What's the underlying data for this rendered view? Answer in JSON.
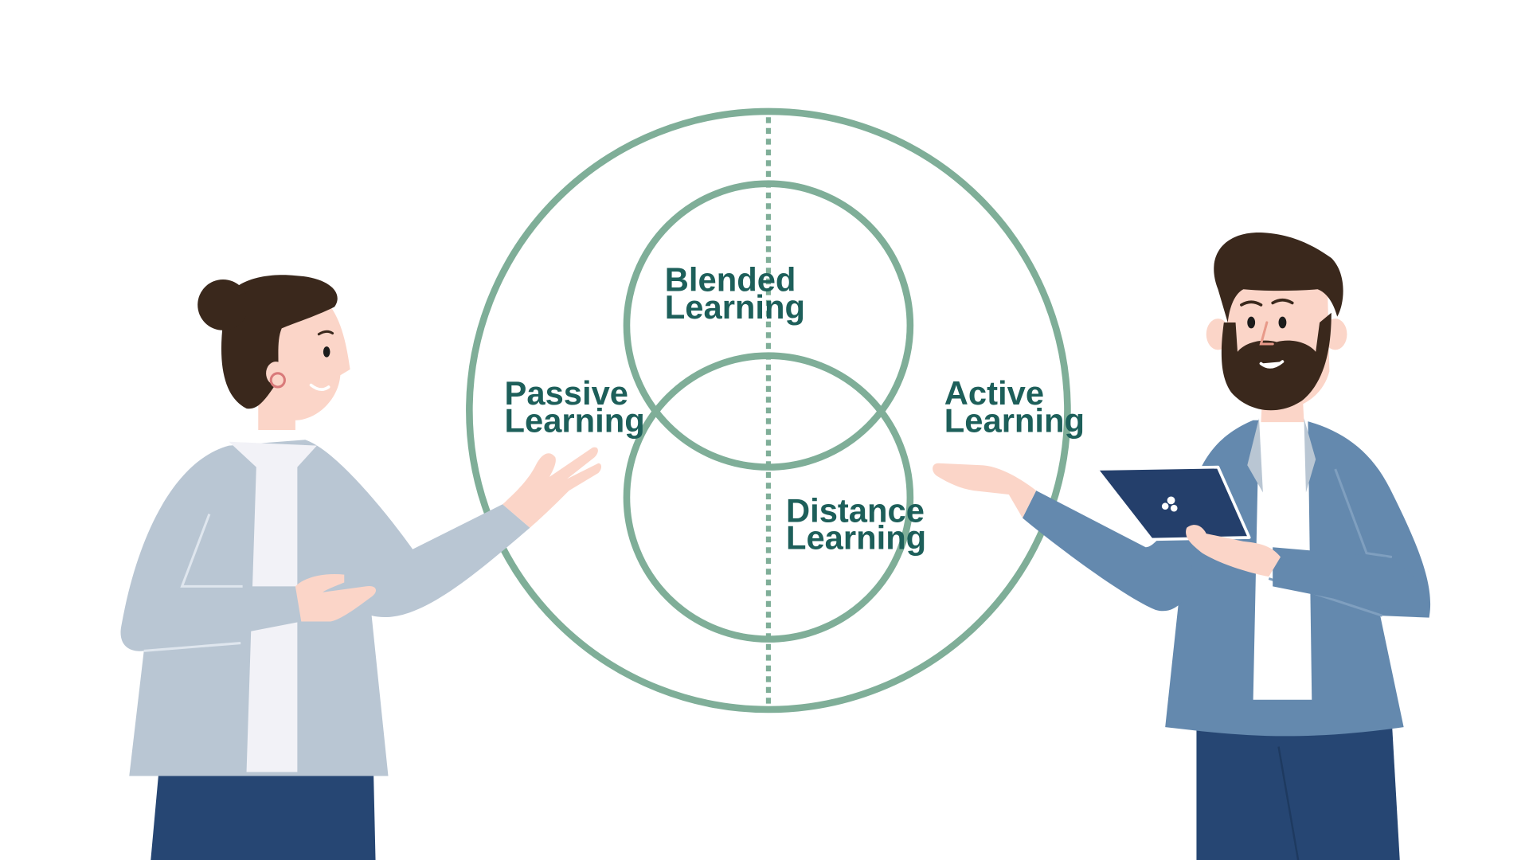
{
  "diagram": {
    "labels": {
      "blended_line1": "Blended",
      "blended_line2": "Learning",
      "passive_line1": "Passive",
      "passive_line2": "Learning",
      "active_line1": "Active",
      "active_line2": "Learning",
      "distance_line1": "Distance",
      "distance_line2": "Learning"
    },
    "colors": {
      "circle_stroke": "#7fae98",
      "label_text": "#1d5f5a"
    }
  },
  "people": {
    "woman": {
      "colors": {
        "hair": "#3a281c",
        "skin": "#fbd5c8",
        "jacket": "#b9c6d3",
        "shirt": "#f2f2f7",
        "pants": "#264673",
        "earring": "#d97a7a"
      }
    },
    "man": {
      "colors": {
        "hair": "#3a281c",
        "skin": "#fbd5c8",
        "jacket": "#6489ae",
        "jacket_lapel": "#b9c6d3",
        "shirt": "#ffffff",
        "pants": "#264673",
        "tablet": "#243f6b"
      }
    }
  }
}
